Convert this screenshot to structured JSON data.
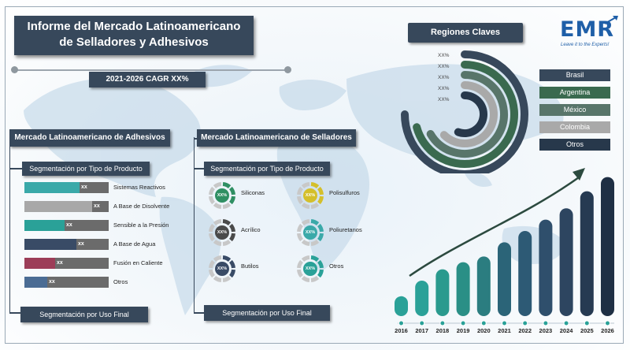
{
  "title": {
    "line1": "Informe del Mercado Latinoamericano",
    "line2": "de Selladores y Adhesivos"
  },
  "cagr": "2021-2026 CAGR XX%",
  "logo": {
    "name": "EMR",
    "tagline": "Leave it to the Experts!"
  },
  "adhesives": {
    "heading": "Mercado Latinoamericano de Adhesivos",
    "product_segmentation": "Segmentación por Tipo de Producto",
    "end_use_segmentation": "Segmentación por Uso Final",
    "items": [
      {
        "label": "Sistemas Reactivos",
        "value": "xx",
        "fill": 0.65,
        "color": "#3aa9a9"
      },
      {
        "label": "A Base de Disolvente",
        "value": "xx",
        "fill": 0.8,
        "color": "#a8a8a8"
      },
      {
        "label": "Sensible a la Presión",
        "value": "xx",
        "fill": 0.48,
        "color": "#2aa198"
      },
      {
        "label": "A Base de Agua",
        "value": "xx",
        "fill": 0.62,
        "color": "#394b66"
      },
      {
        "label": "Fusión en Caliente",
        "value": "xx",
        "fill": 0.36,
        "color": "#9c3d58"
      },
      {
        "label": "Otros",
        "value": "xx",
        "fill": 0.27,
        "color": "#4b6c94"
      }
    ]
  },
  "sealants": {
    "heading": "Mercado Latinoamericano de Selladores",
    "product_segmentation": "Segmentación por Tipo de Producto",
    "end_use_segmentation": "Segmentación por Uso Final",
    "items": [
      {
        "label": "Siliconas",
        "value": "XX%",
        "color": "#2f8f63"
      },
      {
        "label": "Polisulfuros",
        "value": "XX%",
        "color": "#d4bf2b"
      },
      {
        "label": "Acrílico",
        "value": "XX%",
        "color": "#4a4a4a"
      },
      {
        "label": "Poliuretanos",
        "value": "XX%",
        "color": "#3aa9a9"
      },
      {
        "label": "Butilos",
        "value": "XX%",
        "color": "#394b66"
      },
      {
        "label": "Otros",
        "value": "XX%",
        "color": "#2aa198"
      }
    ]
  },
  "regions": {
    "heading": "Regiones Claves",
    "values": [
      "XX%",
      "XX%",
      "XX%",
      "XX%",
      "XX%"
    ],
    "items": [
      {
        "label": "Brasil",
        "color": "#37485b"
      },
      {
        "label": "Argentina",
        "color": "#3a6a4f"
      },
      {
        "label": "México",
        "color": "#58756a"
      },
      {
        "label": "Colombia",
        "color": "#a9a9a9"
      },
      {
        "label": "Otros",
        "color": "#27384b"
      }
    ]
  },
  "growth_chart": {
    "years": [
      "2016",
      "2017",
      "2018",
      "2019",
      "2020",
      "2021",
      "2022",
      "2023",
      "2024",
      "2025",
      "2026"
    ]
  },
  "chart_data": {
    "type": "bar",
    "categories": [
      "2016",
      "2017",
      "2018",
      "2019",
      "2020",
      "2021",
      "2022",
      "2023",
      "2024",
      "2025",
      "2026"
    ],
    "values": [
      1.4,
      2.5,
      3.3,
      3.8,
      4.2,
      5.2,
      6.0,
      6.8,
      7.6,
      8.8,
      9.8
    ],
    "title": "",
    "xlabel": "",
    "ylabel": ""
  }
}
